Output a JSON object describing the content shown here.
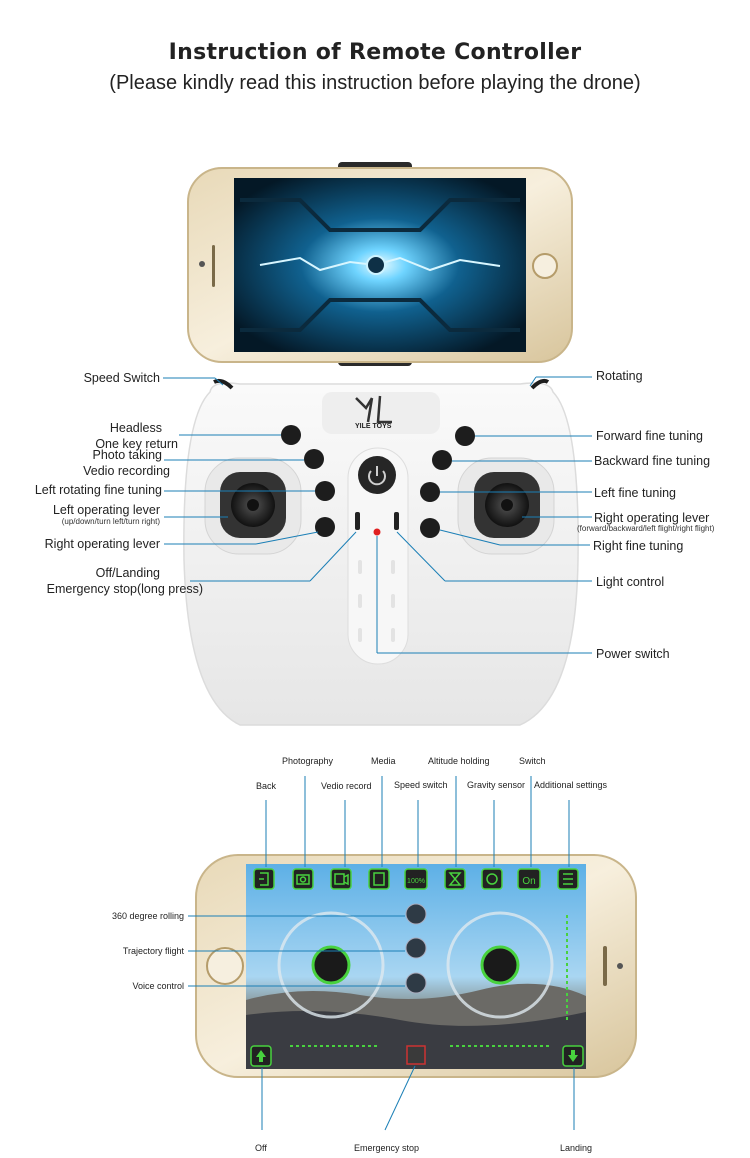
{
  "header": {
    "title": "Instruction of Remote Controller",
    "subtitle": "(Please kindly read this instruction before playing the drone)"
  },
  "controller": {
    "brand_text": "YILE TOYS",
    "left_labels": {
      "speed_switch": "Speed Switch",
      "headless": "Headless",
      "one_key_return": "One key return",
      "photo_taking": "Photo taking",
      "vedio_recording": "Vedio recording",
      "left_rotating_fine_tuning": "Left rotating fine tuning",
      "left_operating_lever": "Left operating lever",
      "left_operating_lever_note": "(up/down/turn left/turn right)",
      "right_operating_lever": "Right operating lever",
      "off_landing": "Off/Landing",
      "emergency_stop": "Emergency stop(long press)"
    },
    "right_labels": {
      "rotating": "Rotating",
      "forward_fine_tuning": "Forward fine tuning",
      "backward_fine_tuning": "Backward fine tuning",
      "left_fine_tuning": "Left fine tuning",
      "right_operating_lever": "Right operating lever",
      "right_operating_lever_note": "(forward/backward/left flight/right flight)",
      "right_fine_tuning": "Right fine tuning",
      "light_control": "Light control",
      "power_switch": "Power switch"
    }
  },
  "app": {
    "top_labels": {
      "photography": "Photography",
      "media": "Media",
      "altitude_holding": "Altitude holding",
      "switch": "Switch",
      "back": "Back",
      "vedio_record": "Vedio record",
      "speed_switch": "Speed switch",
      "gravity_sensor": "Gravity sensor",
      "additional_settings": "Additional settings"
    },
    "side_labels": {
      "rolling": "360 degree rolling",
      "trajectory": "Trajectory flight",
      "voice": "Voice control"
    },
    "bottom_labels": {
      "off": "Off",
      "emergency_stop": "Emergency stop",
      "landing": "Landing"
    },
    "toolbar_values": {
      "speed": "100%",
      "switch": "On"
    }
  },
  "colors": {
    "line": "#1b7fb6",
    "app_icon_green": "#48d23e",
    "controller_body": "#f2f2f2"
  }
}
